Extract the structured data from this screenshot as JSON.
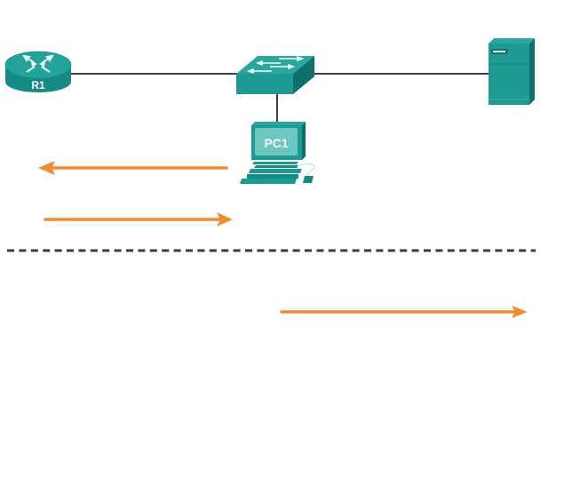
{
  "diagram": {
    "type": "network-topology",
    "devices": [
      {
        "id": "r1",
        "kind": "router",
        "label": "R1",
        "icon": "router-icon"
      },
      {
        "id": "sw",
        "kind": "switch",
        "label": "",
        "icon": "switch-icon"
      },
      {
        "id": "srv",
        "kind": "server",
        "label": "",
        "icon": "server-icon"
      },
      {
        "id": "pc1",
        "kind": "pc",
        "label": "PC1",
        "icon": "pc-icon"
      }
    ],
    "links": [
      {
        "from": "r1",
        "to": "sw"
      },
      {
        "from": "sw",
        "to": "srv"
      },
      {
        "from": "sw",
        "to": "pc1"
      }
    ],
    "arrows": [
      {
        "id": "arrow-1",
        "direction": "left",
        "section": "upper"
      },
      {
        "id": "arrow-2",
        "direction": "right",
        "section": "upper"
      },
      {
        "id": "arrow-3",
        "direction": "right",
        "section": "lower"
      }
    ],
    "divider": {
      "style": "dashed"
    }
  },
  "colors": {
    "device_teal": "#1c9a93",
    "device_dark": "#127570",
    "device_light": "#4fbcb5",
    "link": "#000000",
    "arrow": "#f28a2e",
    "divider": "#3c3c3c"
  }
}
